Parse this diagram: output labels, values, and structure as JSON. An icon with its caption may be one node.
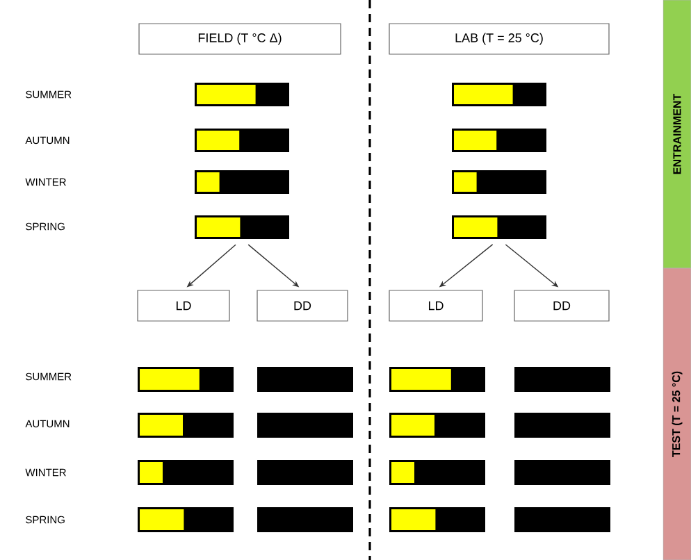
{
  "diagram": {
    "nodes": [
      {
        "text": [
          "FIELD (T °C Δ)"
        ]
      },
      {
        "text": [
          "LAB (T = 25 °C)"
        ]
      },
      {
        "text": [
          "ENTRAINMENT"
        ]
      },
      {
        "text": [],
        "shape": "bar"
      },
      {
        "text": [],
        "shape": "bar"
      },
      {
        "text": [
          "LD"
        ]
      },
      {
        "text": [
          "DD"
        ]
      },
      {
        "text": [
          "LD"
        ]
      },
      {
        "text": [
          "DD"
        ]
      },
      {
        "text": [
          "TEST (T = 25 °C)"
        ]
      }
    ],
    "edges": [
      {
        "from": 3,
        "to": 5,
        "arrow": "to"
      },
      {
        "from": 3,
        "to": 6,
        "arrow": "to"
      },
      {
        "from": 4,
        "to": 7,
        "arrow": "to"
      },
      {
        "from": 4,
        "to": 8,
        "arrow": "to"
      }
    ],
    "labels": [
      "SUMMER",
      "AUTUMN",
      "WINTER",
      "SPRING",
      "SUMMER",
      "AUTUMN",
      "WINTER",
      "SPRING"
    ]
  }
}
